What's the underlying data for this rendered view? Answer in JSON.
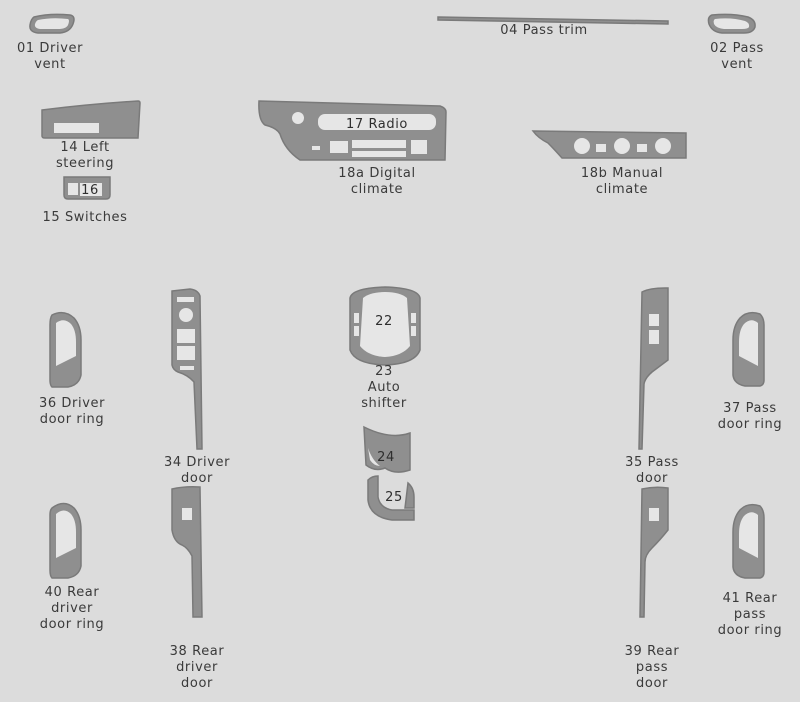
{
  "colors": {
    "background": "#dcdcdc",
    "part_fill": "#8f8f8f",
    "part_stroke": "#7a7a7a",
    "cutout": "#e6e6e6",
    "text": "#3a3a3a"
  },
  "parts": {
    "p01": [
      "01 Driver",
      "vent"
    ],
    "p02": [
      "02 Pass",
      "vent"
    ],
    "p04": [
      "04 Pass trim"
    ],
    "p14": [
      "14 Left",
      "steering"
    ],
    "p15": [
      "15 Switches"
    ],
    "p16": "16",
    "p17": "17 Radio",
    "p18a": [
      "18a Digital",
      "climate"
    ],
    "p18b": [
      "18b Manual",
      "climate"
    ],
    "p22": "22",
    "p23": [
      "23",
      "Auto",
      "shifter"
    ],
    "p24": "24",
    "p25": "25",
    "p34": [
      "34 Driver",
      "door"
    ],
    "p35": [
      "35 Pass",
      "door"
    ],
    "p36": [
      "36 Driver",
      "door ring"
    ],
    "p37": [
      "37 Pass",
      "door ring"
    ],
    "p38": [
      "38 Rear",
      "driver",
      "door"
    ],
    "p39": [
      "39 Rear",
      "pass",
      "door"
    ],
    "p40": [
      "40 Rear",
      "driver",
      "door ring"
    ],
    "p41": [
      "41 Rear",
      "pass",
      "door ring"
    ]
  }
}
